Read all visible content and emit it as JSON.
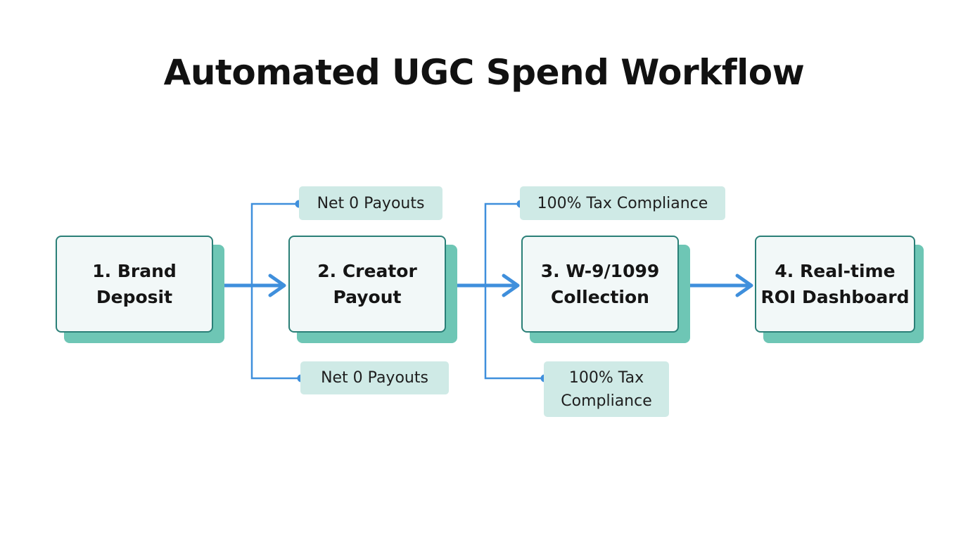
{
  "title": "Automated UGC Spend Workflow",
  "steps": [
    {
      "label": "1. Brand\nDeposit"
    },
    {
      "label": "2. Creator\nPayout"
    },
    {
      "label": "3. W-9/1099\nCollection"
    },
    {
      "label": "4. Real-time\nROI Dashboard"
    }
  ],
  "annotations": [
    {
      "label": "Net 0 Payouts"
    },
    {
      "label": "Net 0 Payouts"
    },
    {
      "label": "100% Tax Compliance"
    },
    {
      "label": "100% Tax\nCompliance"
    }
  ],
  "colors": {
    "box_border": "#2a7f77",
    "box_fill": "#f2f8f8",
    "box_shadow": "#6ec6b5",
    "tag_fill": "#cfeae6",
    "connector": "#3f8fdc"
  }
}
